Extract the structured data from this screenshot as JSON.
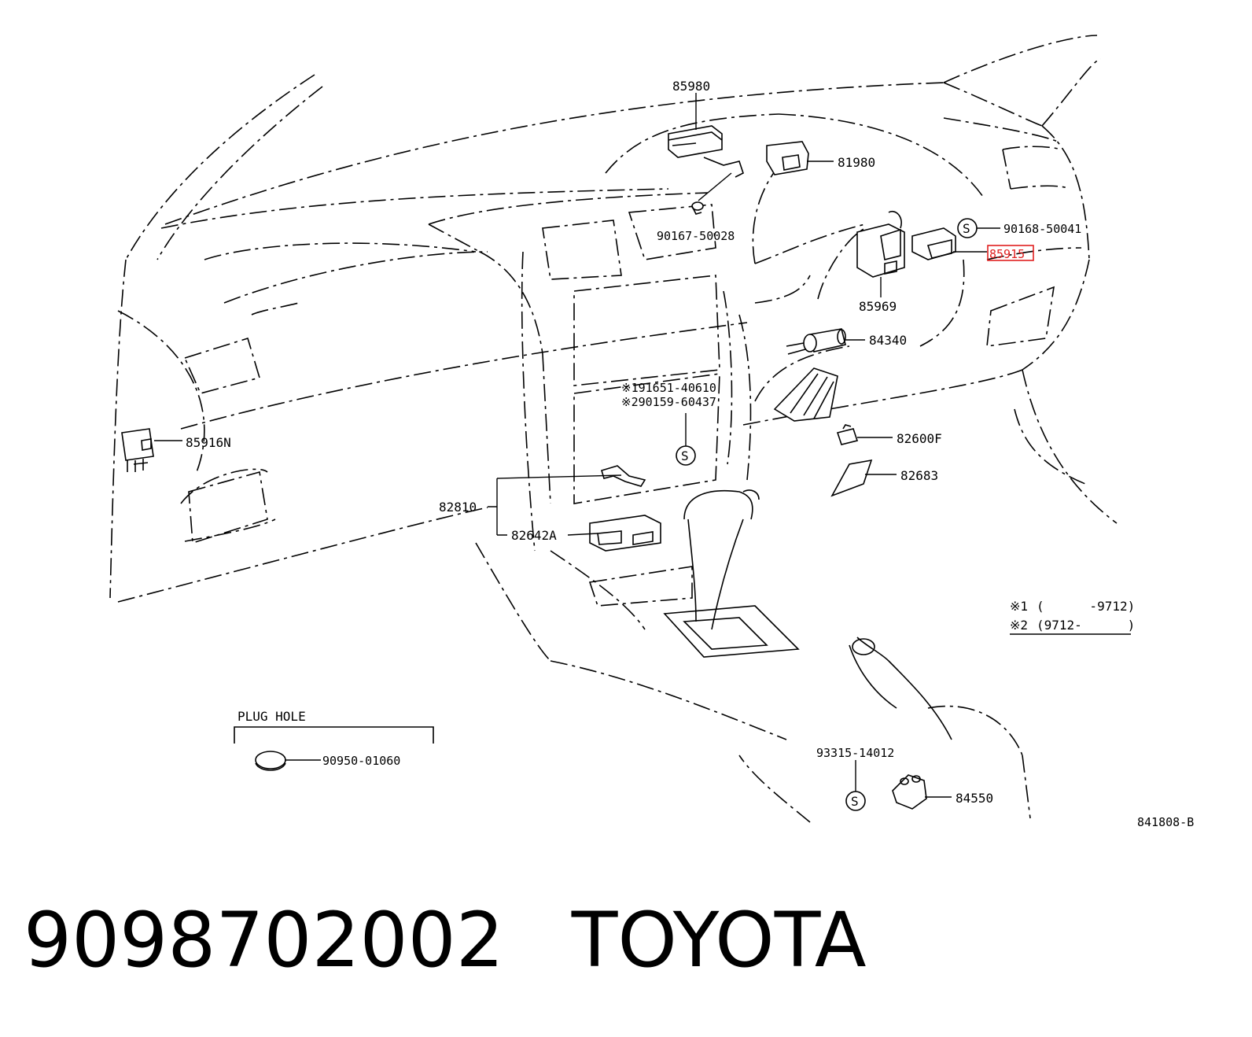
{
  "callouts": {
    "p85980": "85980",
    "p81980": "81980",
    "p90167": "90167-50028",
    "p90168": "90168-50041",
    "p85915": "85915",
    "p85969": "85969",
    "p84340": "84340",
    "p91651": "※191651-40610",
    "p90159": "※290159-60437",
    "p85916N": "85916N",
    "p82600F": "82600F",
    "p82683": "82683",
    "p82810": "82810",
    "p82642A": "82642A",
    "p93315": "93315-14012",
    "p84550": "84550",
    "p90950": "90950-01060"
  },
  "screw_symbol": "S",
  "plug_hole_label": "PLUG HOLE",
  "notes": {
    "note1_mark": "※1",
    "note1_range": "(      -9712)",
    "note2_mark": "※2",
    "note2_range": "(9712-      )"
  },
  "drawing_code": "841808-B",
  "footer": {
    "part_number": "9098702002",
    "brand": "TOYOTA"
  },
  "colors": {
    "highlight": "#e02020",
    "ink": "#000000"
  }
}
